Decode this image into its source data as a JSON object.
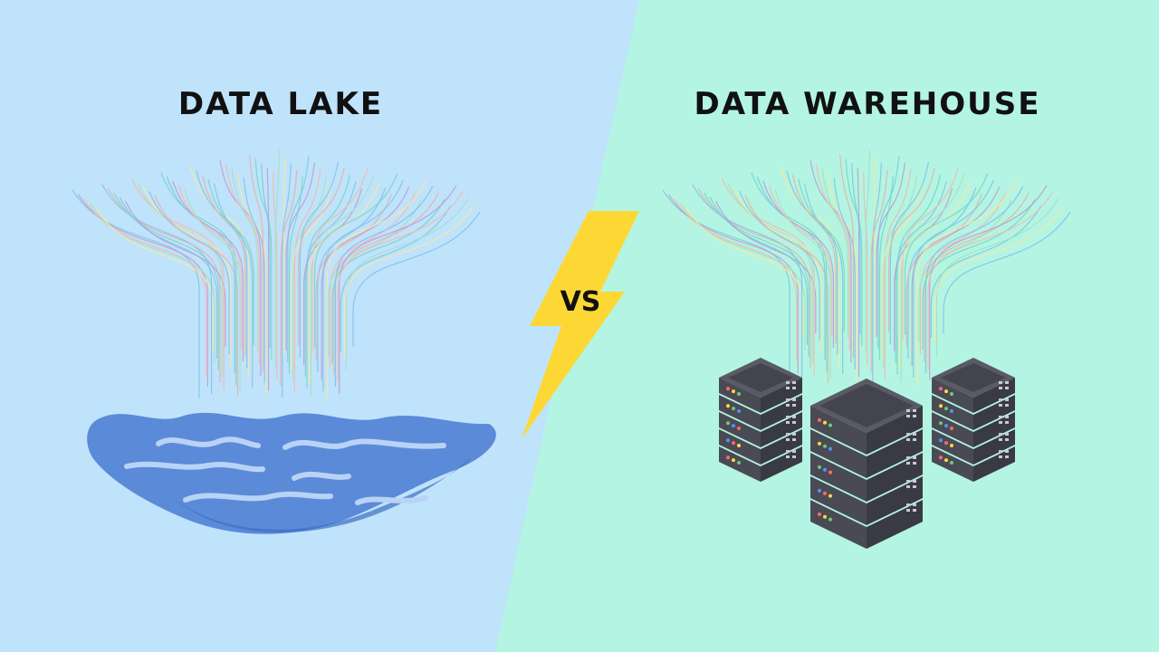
{
  "left_panel": {
    "title": "DATA LAKE",
    "background": "#bfe3fb",
    "illustration_icon": "lake-icon",
    "lake_color": "#5b8ad8"
  },
  "right_panel": {
    "title": "DATA WAREHOUSE",
    "background": "#b3f5e2",
    "illustration_icon": "server-racks-icon",
    "server_color": "#4a4a55"
  },
  "divider": {
    "label": "VS",
    "icon": "lightning-bolt-icon",
    "color": "#fdd835"
  },
  "data_streams": {
    "icon": "data-streams-icon",
    "colors": [
      "#7ec8e3",
      "#c39bd3",
      "#f5b7b1",
      "#a9dfbf",
      "#f9e79f",
      "#85c1e9",
      "#e6b0aa",
      "#76d7c4"
    ]
  }
}
